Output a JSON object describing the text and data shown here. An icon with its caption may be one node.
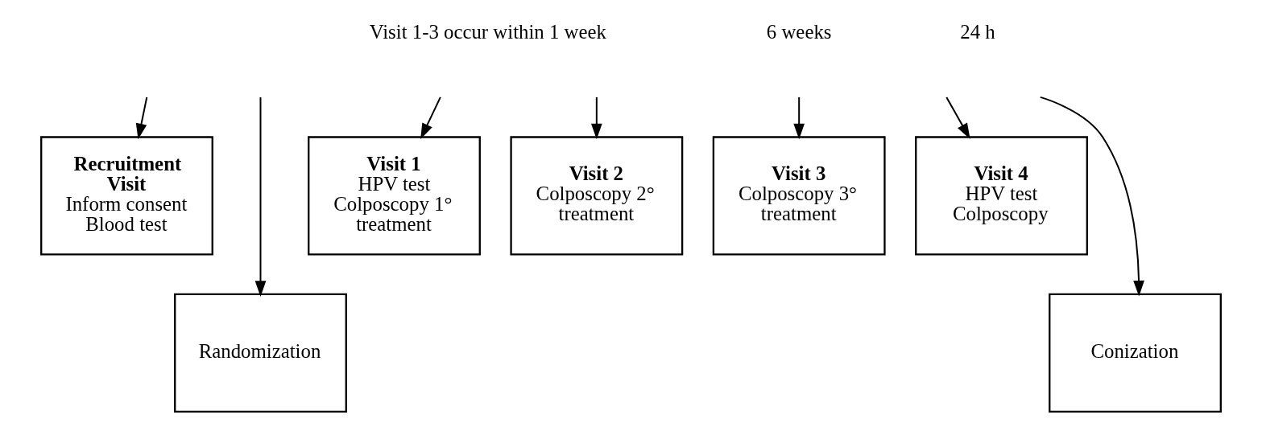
{
  "diagram": {
    "nodes": [
      {
        "text": [
          "Recruitment Visit",
          "Inform consent Blood test"
        ]
      },
      {
        "text": [
          "Visit 1",
          "HPV test Colposcopy 1° treatment"
        ]
      },
      {
        "text": [
          "Visit 2",
          "Colposcopy 2° treatment"
        ]
      },
      {
        "text": [
          "Visit 3",
          "Colposcopy 3° treatment"
        ]
      },
      {
        "text": [
          "Visit 4",
          "HPV test Colposcopy"
        ]
      },
      {
        "text": [
          "Randomization"
        ]
      },
      {
        "text": [
          "Conization"
        ]
      }
    ],
    "edges": [
      {
        "from": null,
        "to": 0,
        "arrow": "to"
      },
      {
        "from": null,
        "to": 5,
        "arrow": "to"
      },
      {
        "from": null,
        "to": 1,
        "arrow": "to"
      },
      {
        "from": null,
        "to": 2,
        "arrow": "to"
      },
      {
        "from": null,
        "to": 3,
        "arrow": "to"
      },
      {
        "from": null,
        "to": 4,
        "arrow": "to"
      },
      {
        "from": null,
        "to": 6,
        "arrow": "to"
      }
    ],
    "labels": [
      "Visit 1-3 occur within 1 week",
      "6 weeks",
      "24 h"
    ]
  }
}
